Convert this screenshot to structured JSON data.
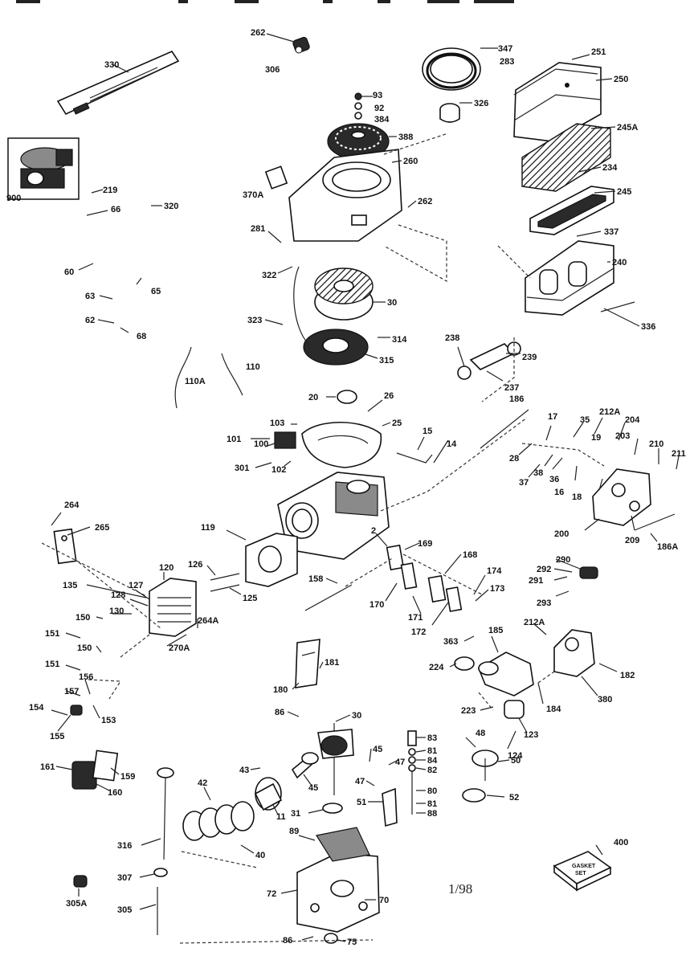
{
  "diagram": {
    "footnote": "1/98",
    "gasket_kit_text": [
      "GASKET",
      "SET"
    ],
    "callouts": [
      {
        "id": "c262",
        "text": "262"
      },
      {
        "id": "c306",
        "text": "306"
      },
      {
        "id": "c347",
        "text": "347"
      },
      {
        "id": "c283",
        "text": "283"
      },
      {
        "id": "c251",
        "text": "251"
      },
      {
        "id": "c250",
        "text": "250"
      },
      {
        "id": "c93",
        "text": "93"
      },
      {
        "id": "c92",
        "text": "92"
      },
      {
        "id": "c384",
        "text": "384"
      },
      {
        "id": "c388",
        "text": "388"
      },
      {
        "id": "c326",
        "text": "326"
      },
      {
        "id": "c245A",
        "text": "245A"
      },
      {
        "id": "c234",
        "text": "234"
      },
      {
        "id": "c260",
        "text": "260"
      },
      {
        "id": "c370A",
        "text": "370A"
      },
      {
        "id": "c262b",
        "text": "262"
      },
      {
        "id": "c245",
        "text": "245"
      },
      {
        "id": "c281",
        "text": "281"
      },
      {
        "id": "c337",
        "text": "337"
      },
      {
        "id": "c240",
        "text": "240"
      },
      {
        "id": "c330",
        "text": "330"
      },
      {
        "id": "c900",
        "text": "900"
      },
      {
        "id": "c219",
        "text": "219"
      },
      {
        "id": "c320",
        "text": "320"
      },
      {
        "id": "c66",
        "text": "66"
      },
      {
        "id": "c60",
        "text": "60"
      },
      {
        "id": "c63",
        "text": "63"
      },
      {
        "id": "c65",
        "text": "65"
      },
      {
        "id": "c62",
        "text": "62"
      },
      {
        "id": "c68",
        "text": "68"
      },
      {
        "id": "c322",
        "text": "322"
      },
      {
        "id": "c30b",
        "text": "30"
      },
      {
        "id": "c323",
        "text": "323"
      },
      {
        "id": "c314",
        "text": "314"
      },
      {
        "id": "c315",
        "text": "315"
      },
      {
        "id": "c336",
        "text": "336"
      },
      {
        "id": "c238",
        "text": "238"
      },
      {
        "id": "c239",
        "text": "239"
      },
      {
        "id": "c110A",
        "text": "110A"
      },
      {
        "id": "c110",
        "text": "110"
      },
      {
        "id": "c237",
        "text": "237"
      },
      {
        "id": "c186",
        "text": "186"
      },
      {
        "id": "c20",
        "text": "20"
      },
      {
        "id": "c26",
        "text": "26"
      },
      {
        "id": "c25",
        "text": "25"
      },
      {
        "id": "c103",
        "text": "103"
      },
      {
        "id": "c101",
        "text": "101"
      },
      {
        "id": "c100",
        "text": "100"
      },
      {
        "id": "c15",
        "text": "15"
      },
      {
        "id": "c14",
        "text": "14"
      },
      {
        "id": "c17",
        "text": "17"
      },
      {
        "id": "c35",
        "text": "35"
      },
      {
        "id": "c212A",
        "text": "212A"
      },
      {
        "id": "c204",
        "text": "204"
      },
      {
        "id": "c203",
        "text": "203"
      },
      {
        "id": "c19",
        "text": "19"
      },
      {
        "id": "c210",
        "text": "210"
      },
      {
        "id": "c211",
        "text": "211"
      },
      {
        "id": "c28",
        "text": "28"
      },
      {
        "id": "c38",
        "text": "38"
      },
      {
        "id": "c36",
        "text": "36"
      },
      {
        "id": "c37",
        "text": "37"
      },
      {
        "id": "c16",
        "text": "16"
      },
      {
        "id": "c18",
        "text": "18"
      },
      {
        "id": "c301",
        "text": "301"
      },
      {
        "id": "c102",
        "text": "102"
      },
      {
        "id": "c200",
        "text": "200"
      },
      {
        "id": "c209",
        "text": "209"
      },
      {
        "id": "c186A",
        "text": "186A"
      },
      {
        "id": "c264",
        "text": "264"
      },
      {
        "id": "c265",
        "text": "265"
      },
      {
        "id": "c119",
        "text": "119"
      },
      {
        "id": "c2",
        "text": "2"
      },
      {
        "id": "c169",
        "text": "169"
      },
      {
        "id": "c168",
        "text": "168"
      },
      {
        "id": "c120",
        "text": "120"
      },
      {
        "id": "c126",
        "text": "126"
      },
      {
        "id": "c135",
        "text": "135"
      },
      {
        "id": "c127",
        "text": "127"
      },
      {
        "id": "c128",
        "text": "128"
      },
      {
        "id": "c125",
        "text": "125"
      },
      {
        "id": "c158",
        "text": "158"
      },
      {
        "id": "c170",
        "text": "170"
      },
      {
        "id": "c171",
        "text": "171"
      },
      {
        "id": "c172",
        "text": "172"
      },
      {
        "id": "c174",
        "text": "174"
      },
      {
        "id": "c173",
        "text": "173"
      },
      {
        "id": "c290",
        "text": "290"
      },
      {
        "id": "c292",
        "text": "292"
      },
      {
        "id": "c291",
        "text": "291"
      },
      {
        "id": "c293",
        "text": "293"
      },
      {
        "id": "c150",
        "text": "150"
      },
      {
        "id": "c130",
        "text": "130"
      },
      {
        "id": "c264A",
        "text": "264A"
      },
      {
        "id": "c270A",
        "text": "270A"
      },
      {
        "id": "c151",
        "text": "151"
      },
      {
        "id": "c150b",
        "text": "150"
      },
      {
        "id": "c363",
        "text": "363"
      },
      {
        "id": "c185",
        "text": "185"
      },
      {
        "id": "c212Ab",
        "text": "212A"
      },
      {
        "id": "c151b",
        "text": "151"
      },
      {
        "id": "c156",
        "text": "156"
      },
      {
        "id": "c157",
        "text": "157"
      },
      {
        "id": "c181",
        "text": "181"
      },
      {
        "id": "c180",
        "text": "180"
      },
      {
        "id": "c224",
        "text": "224"
      },
      {
        "id": "c182",
        "text": "182"
      },
      {
        "id": "c153",
        "text": "153"
      },
      {
        "id": "c184",
        "text": "184"
      },
      {
        "id": "c380",
        "text": "380"
      },
      {
        "id": "c154",
        "text": "154"
      },
      {
        "id": "c155",
        "text": "155"
      },
      {
        "id": "c223",
        "text": "223"
      },
      {
        "id": "c123",
        "text": "123"
      },
      {
        "id": "c86",
        "text": "86"
      },
      {
        "id": "c30",
        "text": "30"
      },
      {
        "id": "c83",
        "text": "83"
      },
      {
        "id": "c48",
        "text": "48"
      },
      {
        "id": "c124",
        "text": "124"
      },
      {
        "id": "c81",
        "text": "81"
      },
      {
        "id": "c84",
        "text": "84"
      },
      {
        "id": "c45",
        "text": "45"
      },
      {
        "id": "c47",
        "text": "47"
      },
      {
        "id": "c82",
        "text": "82"
      },
      {
        "id": "c50",
        "text": "50"
      },
      {
        "id": "c161",
        "text": "161"
      },
      {
        "id": "c159",
        "text": "159"
      },
      {
        "id": "c43",
        "text": "43"
      },
      {
        "id": "c160",
        "text": "160"
      },
      {
        "id": "c42",
        "text": "42"
      },
      {
        "id": "c45b",
        "text": "45"
      },
      {
        "id": "c47b",
        "text": "47"
      },
      {
        "id": "c80",
        "text": "80"
      },
      {
        "id": "c52",
        "text": "52"
      },
      {
        "id": "c51",
        "text": "51"
      },
      {
        "id": "c81b",
        "text": "81"
      },
      {
        "id": "c88",
        "text": "88"
      },
      {
        "id": "c31",
        "text": "31"
      },
      {
        "id": "c11",
        "text": "11"
      },
      {
        "id": "c89",
        "text": "89"
      },
      {
        "id": "c400",
        "text": "400"
      },
      {
        "id": "c316",
        "text": "316"
      },
      {
        "id": "c40",
        "text": "40"
      },
      {
        "id": "c307",
        "text": "307"
      },
      {
        "id": "c305A",
        "text": "305A"
      },
      {
        "id": "c72",
        "text": "72"
      },
      {
        "id": "c70",
        "text": "70"
      },
      {
        "id": "c305",
        "text": "305"
      },
      {
        "id": "c86b",
        "text": "86"
      },
      {
        "id": "c75",
        "text": "75"
      }
    ]
  }
}
